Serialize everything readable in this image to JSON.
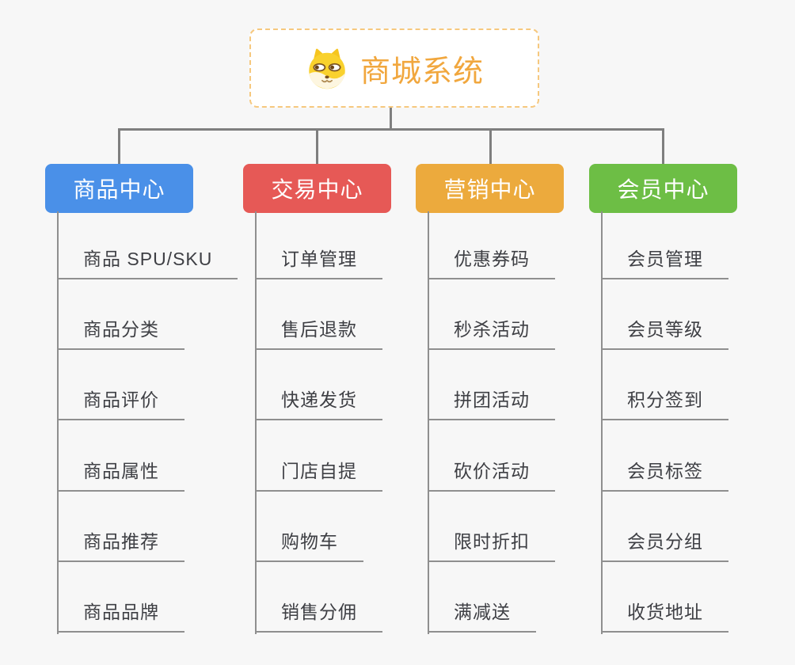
{
  "root": {
    "title": "商城系统",
    "icon": "shiba-dog-icon",
    "title_color": "#f1a73e",
    "border_color": "#f6c87e"
  },
  "branches": [
    {
      "label": "商品中心",
      "color": "#4a90e8",
      "children": [
        "商品 SPU/SKU",
        "商品分类",
        "商品评价",
        "商品属性",
        "商品推荐",
        "商品品牌"
      ]
    },
    {
      "label": "交易中心",
      "color": "#e65956",
      "children": [
        "订单管理",
        "售后退款",
        "快递发货",
        "门店自提",
        "购物车",
        "销售分佣"
      ]
    },
    {
      "label": "营销中心",
      "color": "#ecaa3d",
      "children": [
        "优惠券码",
        "秒杀活动",
        "拼团活动",
        "砍价活动",
        "限时折扣",
        "满减送"
      ]
    },
    {
      "label": "会员中心",
      "color": "#6dbe45",
      "children": [
        "会员管理",
        "会员等级",
        "积分签到",
        "会员标签",
        "会员分组",
        "收货地址"
      ]
    }
  ],
  "theme": {
    "background": "#f7f7f7",
    "connector_color": "#7f7f7f",
    "leaf_line_color": "#8f8f8f",
    "leaf_text_color": "#3e3f44"
  }
}
